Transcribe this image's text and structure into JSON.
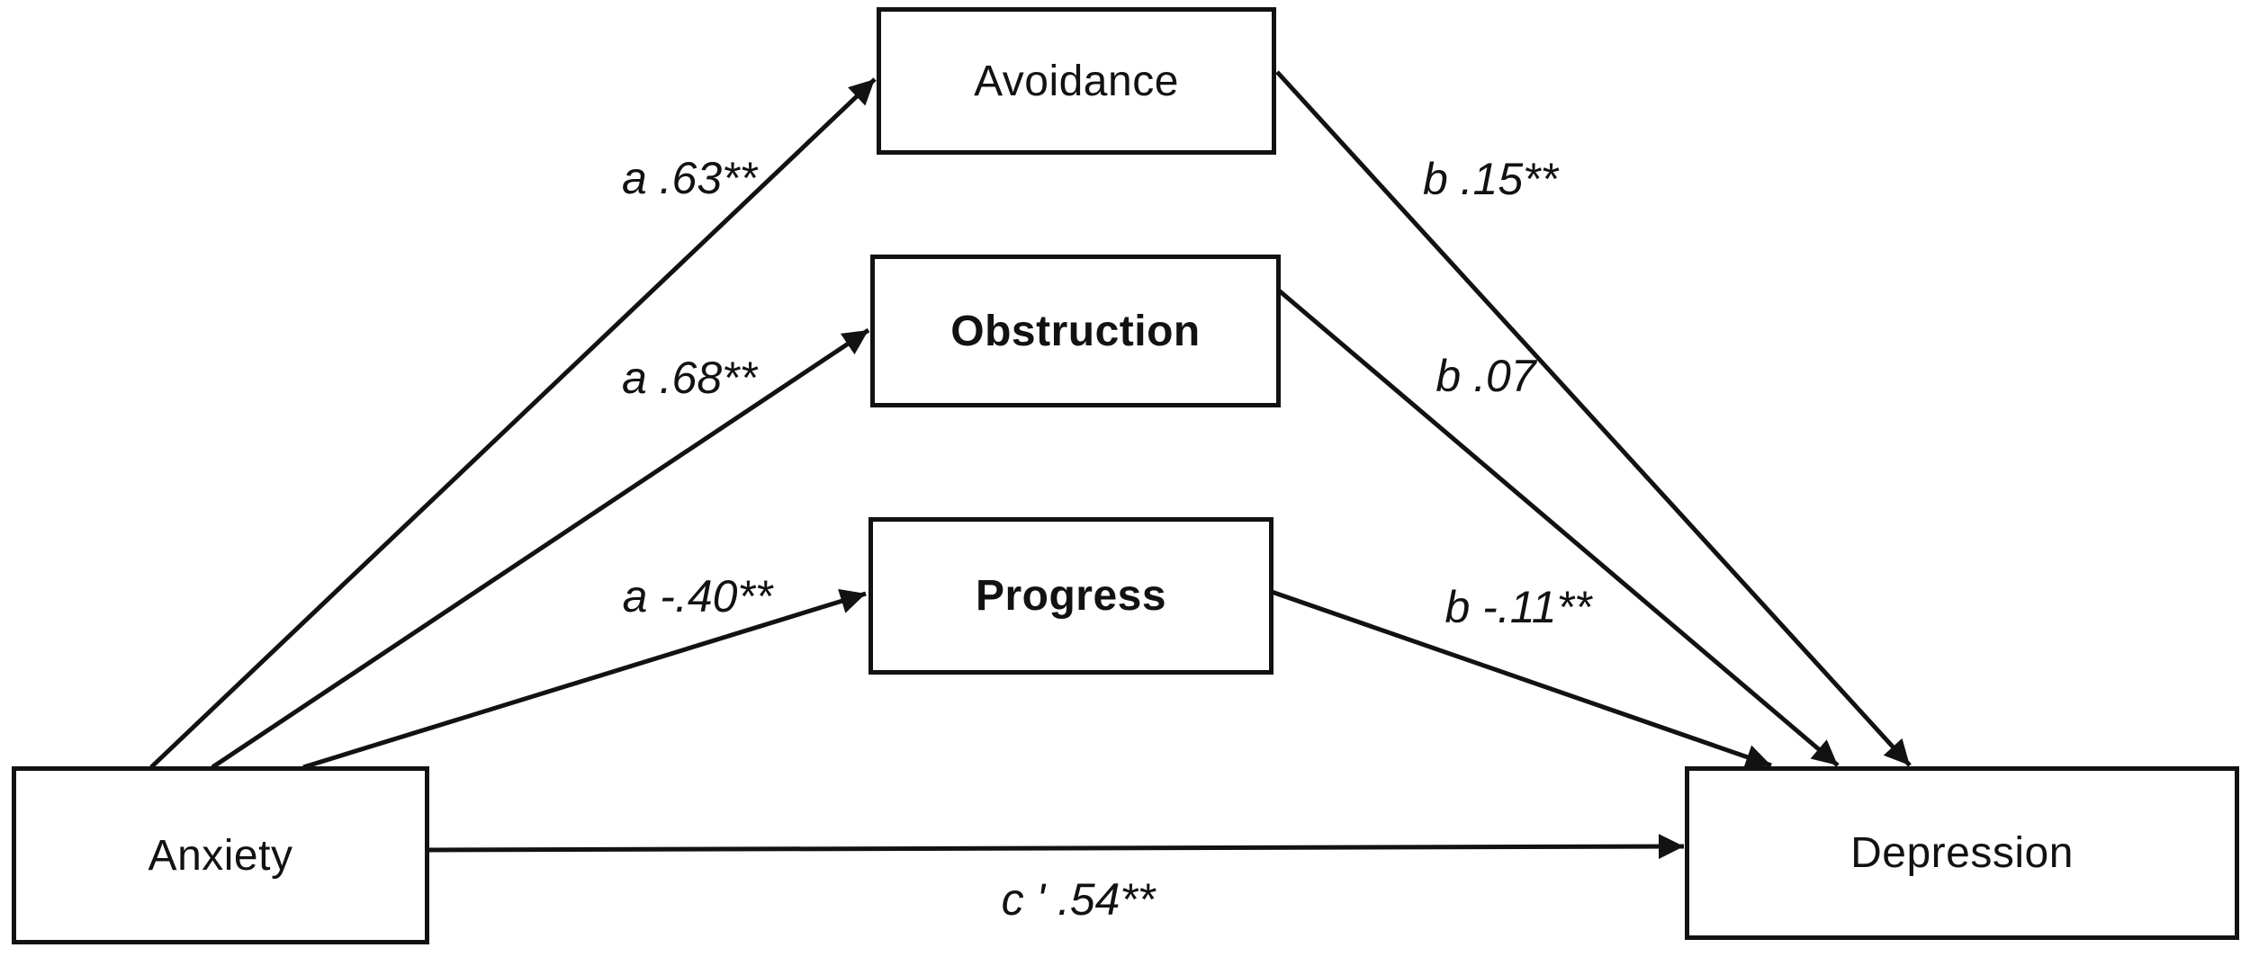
{
  "diagram": {
    "title": "mediation path model",
    "colors": {
      "background": "#ffffff",
      "line": "#121212",
      "box_border": "#121212",
      "text": "#121212"
    },
    "nodes": [
      {
        "id": "anxiety",
        "label": "Anxiety",
        "role": "predictor",
        "bold": false
      },
      {
        "id": "avoidance",
        "label": "Avoidance",
        "role": "mediator",
        "bold": false
      },
      {
        "id": "obstruction",
        "label": "Obstruction",
        "role": "mediator",
        "bold": true
      },
      {
        "id": "progress",
        "label": "Progress",
        "role": "mediator",
        "bold": true
      },
      {
        "id": "depression",
        "label": "Depression",
        "role": "outcome",
        "bold": false
      }
    ],
    "paths": [
      {
        "id": "a-avoidance",
        "from": "Anxiety",
        "to": "Avoidance",
        "label": "a .63**"
      },
      {
        "id": "a-obstruction",
        "from": "Anxiety",
        "to": "Obstruction",
        "label": "a .68**"
      },
      {
        "id": "a-progress",
        "from": "Anxiety",
        "to": "Progress",
        "label": "a -.40**"
      },
      {
        "id": "b-avoidance",
        "from": "Avoidance",
        "to": "Depression",
        "label": "b .15**"
      },
      {
        "id": "b-obstruction",
        "from": "Obstruction",
        "to": "Depression",
        "label": "b .07"
      },
      {
        "id": "b-progress",
        "from": "Progress",
        "to": "Depression",
        "label": "b -.11**"
      },
      {
        "id": "c-direct",
        "from": "Anxiety",
        "to": "Depression",
        "label": "c ' .54**"
      }
    ]
  }
}
